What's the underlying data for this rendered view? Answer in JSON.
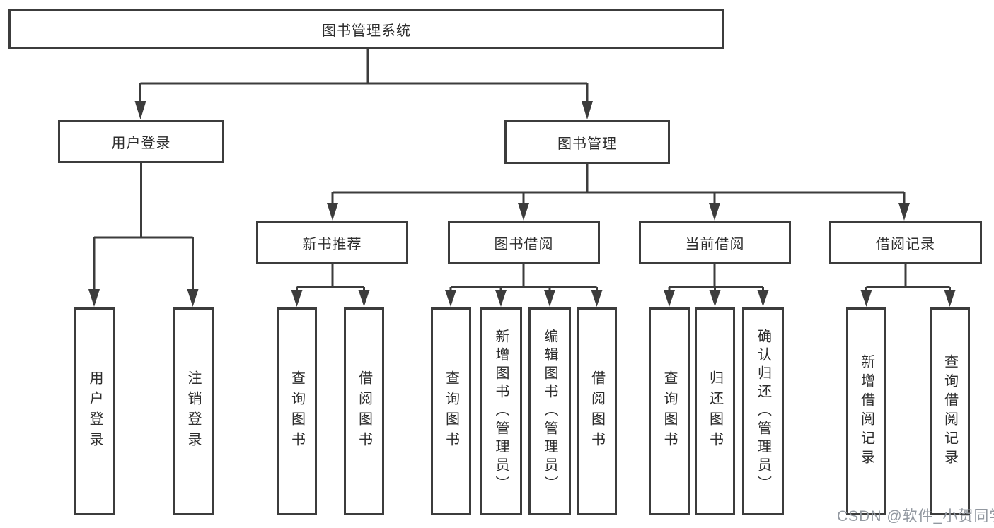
{
  "diagram": {
    "title": "图书管理系统",
    "nodes": {
      "root": "图书管理系统",
      "user_login": "用户登录",
      "book_mgmt": "图书管理",
      "new_rec": "新书推荐",
      "borrowing": "图书借阅",
      "current": "当前借阅",
      "records": "借阅记录",
      "leaf_user_login": "用户登录",
      "leaf_logout": "注销登录",
      "rec_query_book": "查询图书",
      "rec_borrow_book": "借阅图书",
      "bb_query_book": "查询图书",
      "bb_add_book": "新增图书（管理员）",
      "bb_edit_book": "编辑图书（管理员）",
      "bb_borrow_book": "借阅图书",
      "cb_query_book": "查询图书",
      "cb_return_book": "归还图书",
      "cb_confirm_return": "确认归还（管理员）",
      "br_add_record": "新增借阅记录",
      "br_query_record": "查询借阅记录"
    },
    "edges": [
      {
        "from": "root",
        "to": [
          "user_login",
          "book_mgmt"
        ]
      },
      {
        "from": "user_login",
        "to": [
          "leaf_user_login",
          "leaf_logout"
        ]
      },
      {
        "from": "book_mgmt",
        "to": [
          "new_rec",
          "borrowing",
          "current",
          "records"
        ]
      },
      {
        "from": "new_rec",
        "to": [
          "rec_query_book",
          "rec_borrow_book"
        ]
      },
      {
        "from": "borrowing",
        "to": [
          "bb_query_book",
          "bb_add_book",
          "bb_edit_book",
          "bb_borrow_book"
        ]
      },
      {
        "from": "current",
        "to": [
          "cb_query_book",
          "cb_return_book",
          "cb_confirm_return"
        ]
      },
      {
        "from": "records",
        "to": [
          "br_add_record",
          "br_query_record"
        ]
      }
    ]
  },
  "watermark": "CSDN @软件_小贺同学",
  "colors": {
    "line": "#3c3c3c",
    "text": "#2d2d2d",
    "watermark": "#9298a0",
    "background": "#ffffff"
  }
}
